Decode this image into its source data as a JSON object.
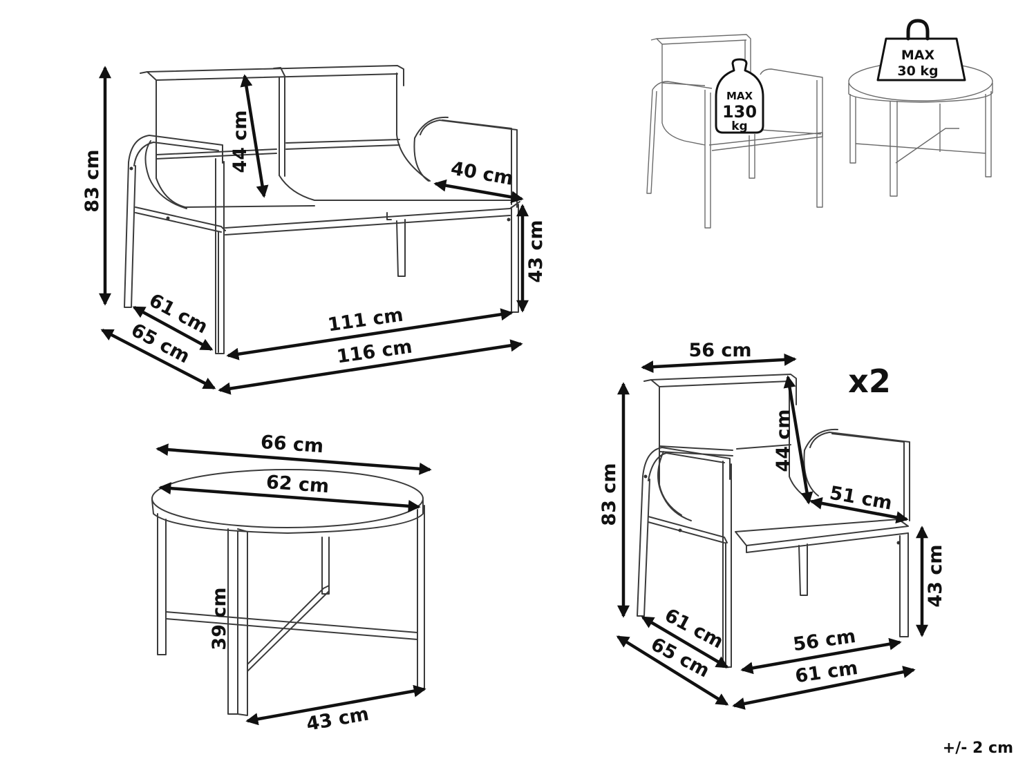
{
  "tolerance": "+/- 2 cm",
  "quantity_label": "x2",
  "bench": {
    "height": "83 cm",
    "back_height": "44 cm",
    "seat_depth": "40 cm",
    "seat_height": "43 cm",
    "inner_depth": "61 cm",
    "outer_depth": "65 cm",
    "seat_width": "111 cm",
    "total_width": "116 cm"
  },
  "table": {
    "outer_diameter": "66 cm",
    "top_diameter": "62 cm",
    "height": "39 cm",
    "base_width": "43 cm"
  },
  "armchair": {
    "back_width": "56 cm",
    "height": "83 cm",
    "back_height": "44 cm",
    "seat_depth": "51 cm",
    "seat_height": "43 cm",
    "inner_depth": "61 cm",
    "outer_depth": "65 cm",
    "seat_width": "56 cm",
    "total_width": "61 cm"
  },
  "load_limits": {
    "chair_max_label": "MAX",
    "chair_max_value": "130",
    "chair_max_unit": "kg",
    "table_max_label": "MAX",
    "table_max_value": "30 kg"
  }
}
